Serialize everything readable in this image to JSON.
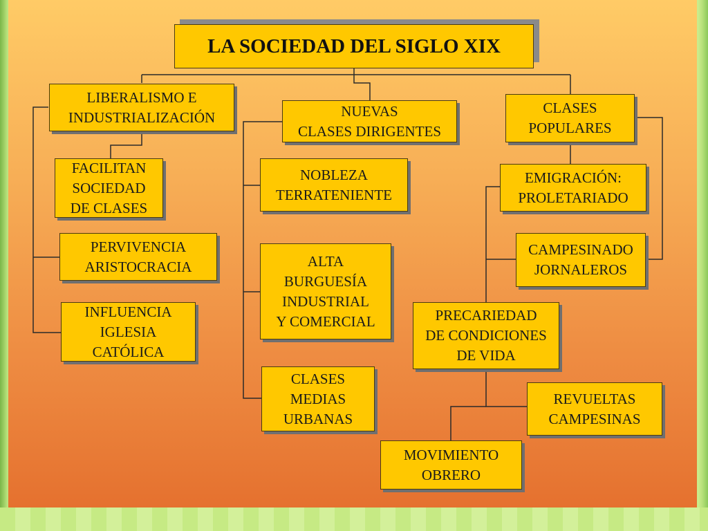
{
  "title": "LA SOCIEDAD DEL SIGLO XIX",
  "nodes": {
    "liberalismo": "LIBERALISMO E\nINDUSTRIALIZACIÓN",
    "facilitan": "FACILITAN\nSOCIEDAD\nDE CLASES",
    "pervivencia": "PERVIVENCIA\nARISTOCRACIA",
    "influencia": "INFLUENCIA\nIGLESIA\nCATÓLICA",
    "nuevas_clases": "NUEVAS\nCLASES DIRIGENTES",
    "nobleza": "NOBLEZA\nTERRATENIENTE",
    "alta_burguesia": "ALTA\nBURGUESÍA\nINDUSTRIAL\nY COMERCIAL",
    "clases_medias": "CLASES\nMEDIAS\nURBANAS",
    "clases_populares": "CLASES\nPOPULARES",
    "emigracion": "EMIGRACIÓN:\nPROLETARIADO",
    "campesinado": "CAMPESINADO\nJORNALEROS",
    "precariedad": "PRECARIEDAD\nDE CONDICIONES\nDE VIDA",
    "revueltas": "REVUELTAS\nCAMPESINAS",
    "movimiento": "MOVIMIENTO\nOBRERO"
  }
}
